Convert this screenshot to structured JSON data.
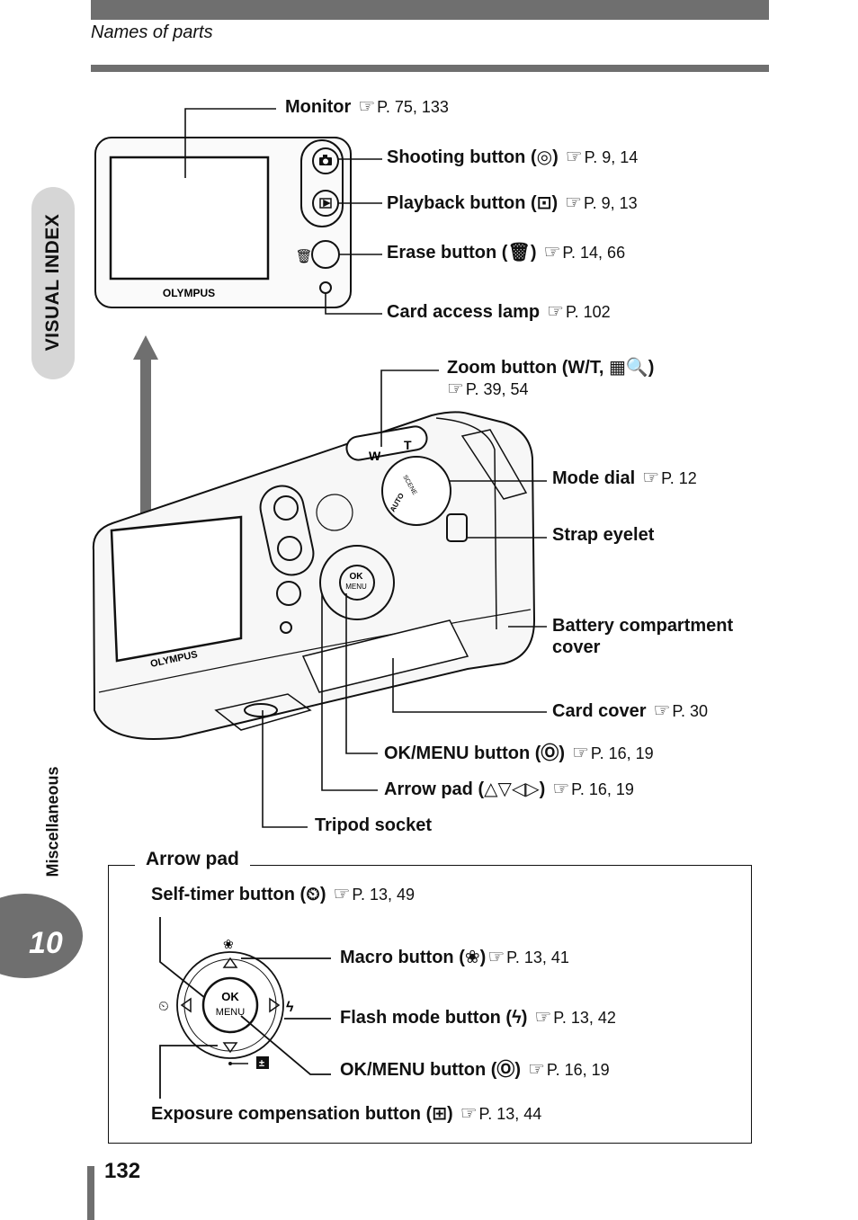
{
  "header": {
    "section_title": "Names of parts"
  },
  "side_tab": {
    "label": "VISUAL INDEX"
  },
  "side_section": {
    "label": "Miscellaneous"
  },
  "chapter": {
    "number": "10"
  },
  "page_number": "132",
  "camera": {
    "brand": "OLYMPUS",
    "zoom_w": "W",
    "zoom_t": "T",
    "dial_auto": "AUTO",
    "dial_scene": "SCENE",
    "ok": "OK",
    "menu": "MENU"
  },
  "icons": {
    "ref": "pointing-hand-icon",
    "shooting": "camera-icon",
    "playback": "playback-icon",
    "erase": "trash-icon",
    "self_timer": "self-timer-icon",
    "macro": "tulip-icon",
    "flash": "lightning-icon",
    "exposure": "plus-minus-icon"
  },
  "labels": {
    "monitor": {
      "name": "Monitor",
      "ref": "P. 75, 133"
    },
    "shooting_button": {
      "name": "Shooting button (",
      "close": ")",
      "ref": "P. 9, 14"
    },
    "playback_button": {
      "name": "Playback button (",
      "close": ")",
      "ref": "P. 9, 13"
    },
    "erase_button": {
      "name": "Erase button (",
      "close": ")",
      "ref": "P. 14, 66"
    },
    "card_access_lamp": {
      "name": "Card access lamp",
      "ref": "P. 102"
    },
    "zoom_button": {
      "name": "Zoom button (W/T,",
      "close": ")",
      "ref": "P. 39, 54"
    },
    "mode_dial": {
      "name": "Mode dial",
      "ref": "P. 12"
    },
    "strap_eyelet": {
      "name": "Strap eyelet"
    },
    "battery_cover": {
      "line1": "Battery compartment",
      "line2": "cover"
    },
    "card_cover": {
      "name": "Card cover",
      "ref": "P. 30"
    },
    "ok_menu_button": {
      "name": "OK/MENU button (",
      "close": ")",
      "ref": "P. 16, 19"
    },
    "arrow_pad": {
      "name": "Arrow pad (",
      "close": ")",
      "ref": "P. 16, 19"
    },
    "tripod_socket": {
      "name": "Tripod socket"
    }
  },
  "arrow_pad_box": {
    "title": "Arrow pad",
    "self_timer": {
      "name": "Self-timer button (",
      "close": ")",
      "ref": "P. 13, 49"
    },
    "macro": {
      "name": "Macro button (",
      "close": ")",
      "ref": "P. 13, 41"
    },
    "flash": {
      "name": "Flash mode button (",
      "close": ")",
      "ref": "P. 13, 42"
    },
    "ok_menu": {
      "name": "OK/MENU button (",
      "close": ")",
      "ref": "P. 16, 19"
    },
    "exposure": {
      "name": "Exposure compensation button (",
      "close": ")",
      "ref": "P. 13, 44"
    }
  }
}
